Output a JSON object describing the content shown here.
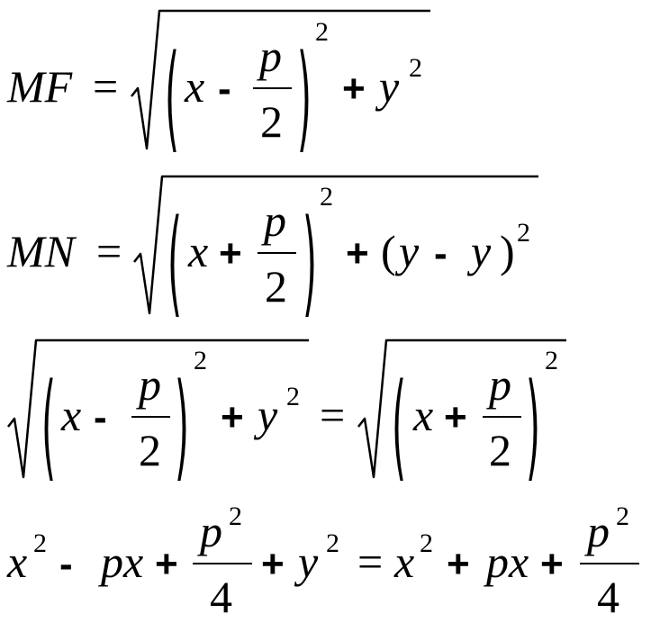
{
  "equations": {
    "eq1": {
      "lhs": "MF",
      "equals": "=",
      "var_x": "x",
      "op_minus": "-",
      "frac_num": "p",
      "frac_den": "2",
      "exp_outer": "2",
      "op_plus": "+",
      "var_y": "y",
      "exp_y": "2"
    },
    "eq2": {
      "lhs": "MN",
      "equals": "=",
      "var_x": "x",
      "op_plus": "+",
      "frac_num": "p",
      "frac_den": "2",
      "exp_outer": "2",
      "op_plus2": "+",
      "lparen": "(",
      "var_y1": "y",
      "op_minus": "-",
      "var_y2": "y",
      "rparen": ")",
      "exp_last": "2"
    },
    "eq3": {
      "var_x_left": "x",
      "op_minus": "-",
      "frac_num_left": "p",
      "frac_den_left": "2",
      "exp_left": "2",
      "op_plus": "+",
      "var_y": "y",
      "exp_y": "2",
      "equals": "=",
      "var_x_right": "x",
      "op_plus_right": "+",
      "frac_num_right": "p",
      "frac_den_right": "2",
      "exp_right": "2"
    },
    "eq4": {
      "var_x1": "x",
      "exp_x1": "2",
      "op_minus": "-",
      "term_px1": "px",
      "op_plus1": "+",
      "frac1_num": "p",
      "frac1_num_exp": "2",
      "frac1_den": "4",
      "op_plus2": "+",
      "var_y": "y",
      "exp_y": "2",
      "equals": "=",
      "var_x2": "x",
      "exp_x2": "2",
      "op_plus3": "+",
      "term_px2": "px",
      "op_plus4": "+",
      "frac2_num": "p",
      "frac2_num_exp": "2",
      "frac2_den": "4"
    }
  }
}
